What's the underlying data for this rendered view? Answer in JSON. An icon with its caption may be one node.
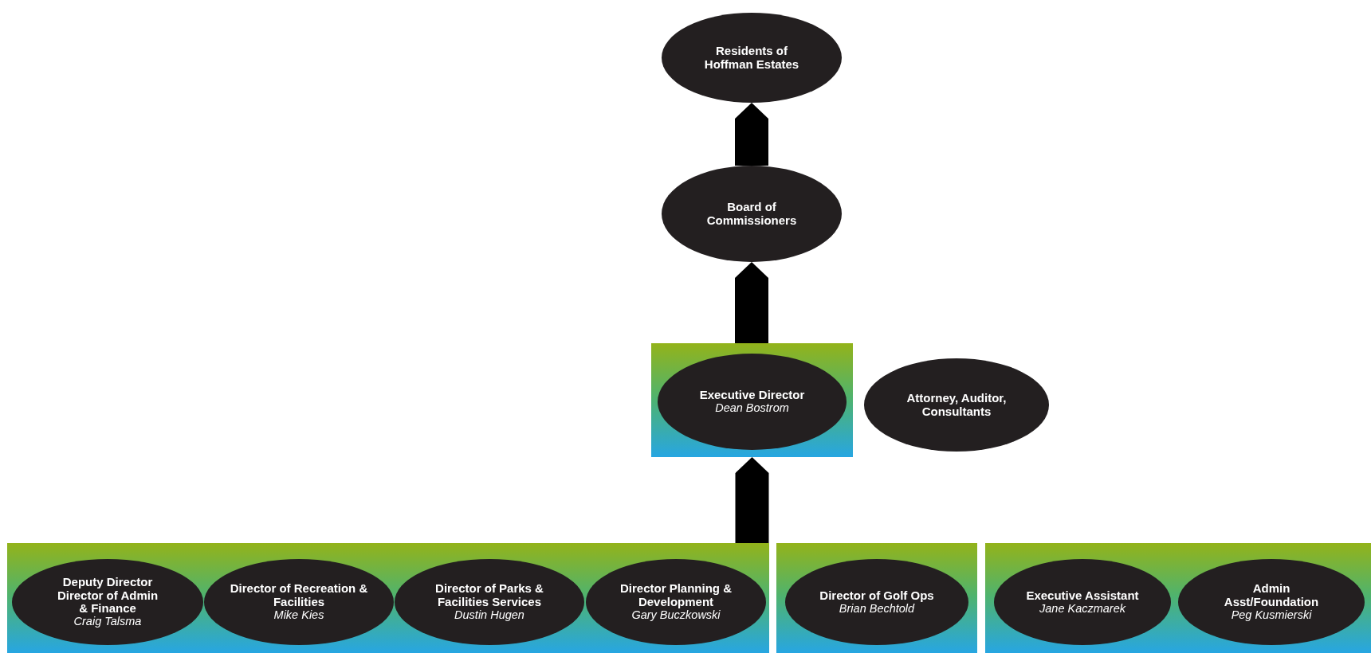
{
  "diagram": {
    "nodes": [
      {
        "text": [
          "Residents of Hoffman Estates"
        ]
      },
      {
        "text": [
          "Board of Commissioners"
        ]
      },
      {
        "text": [],
        "shape": "box"
      },
      {
        "text": [
          "Executive Director",
          "Dean Bostrom"
        ],
        "in": 2
      },
      {
        "text": [
          "Attorney, Auditor, Consultants"
        ]
      },
      {
        "text": [],
        "shape": "box"
      },
      {
        "text": [
          "Deputy Director Director of Admin & Finance",
          "Craig Talsma"
        ],
        "in": 5
      },
      {
        "text": [
          "Director of Recreation & Facilities",
          "Mike Kies"
        ],
        "in": 5
      },
      {
        "text": [
          "Director of Parks & Facilities Services",
          "Dustin Hugen"
        ],
        "in": 5
      },
      {
        "text": [
          "Director Planning & Development",
          "Gary Buczkowski"
        ],
        "in": 5
      },
      {
        "text": [],
        "shape": "box"
      },
      {
        "text": [
          "Director of Golf Ops",
          "Brian Bechtold"
        ],
        "in": 10
      },
      {
        "text": [],
        "shape": "box"
      },
      {
        "text": [
          "Executive Assistant",
          "Jane Kaczmarek"
        ],
        "in": 12
      },
      {
        "text": [
          "Admin Asst/Foundation",
          "Peg Kusmierski"
        ],
        "in": 12
      }
    ],
    "edges": [
      {
        "from": 1,
        "to": 0,
        "arrow": "to"
      },
      {
        "from": 2,
        "to": 1,
        "arrow": "to"
      },
      {
        "from": 5,
        "to": 2,
        "arrow": "to"
      }
    ]
  }
}
